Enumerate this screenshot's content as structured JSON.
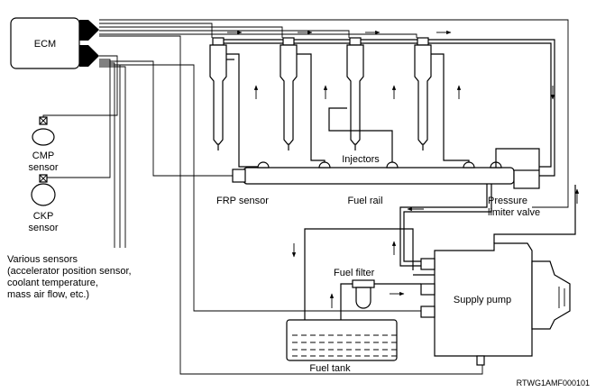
{
  "labels": {
    "ecm": "ECM",
    "cmp_line1": "CMP",
    "cmp_line2": "sensor",
    "ckp_line1": "CKP",
    "ckp_line2": "sensor",
    "various_1": "Various sensors",
    "various_2": "(accelerator position sensor,",
    "various_3": "coolant temperature,",
    "various_4": "mass air flow, etc.)",
    "injectors": "Injectors",
    "frp_sensor": "FRP sensor",
    "fuel_rail": "Fuel rail",
    "pressure_line1": "Pressure",
    "pressure_line2": "limiter valve",
    "fuel_filter": "Fuel filter",
    "supply_pump": "Supply pump",
    "fuel_tank": "Fuel tank",
    "figure_code": "RTWG1AMF000101"
  }
}
